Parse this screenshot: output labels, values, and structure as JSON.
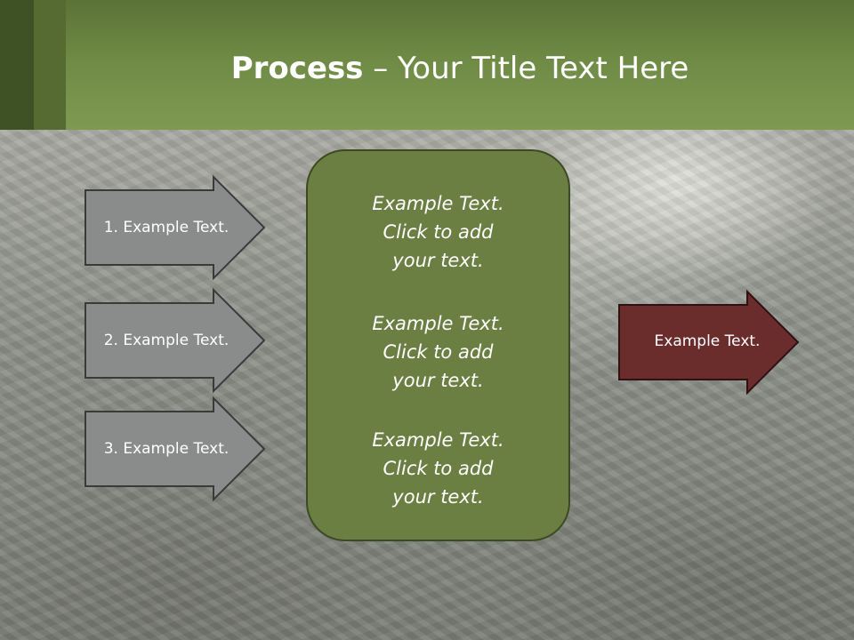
{
  "title": {
    "bold": "Process",
    "rest": " – Your Title Text Here"
  },
  "inputs": [
    {
      "label": "1. Example Text."
    },
    {
      "label": "2. Example Text."
    },
    {
      "label": "3. Example Text."
    }
  ],
  "center": {
    "paragraphs": [
      {
        "line1": "Example Text.",
        "line2": "Click  to add",
        "line3": "your text."
      },
      {
        "line1": "Example Text.",
        "line2": "Click  to add",
        "line3": "your text."
      },
      {
        "line1": "Example Text.",
        "line2": "Click  to add",
        "line3": "your text."
      }
    ]
  },
  "output": {
    "label": "Example Text."
  },
  "colors": {
    "header": "#6f8a45",
    "input_arrow_fill": "#8a8b8b",
    "center_fill": "#6b7f43",
    "output_arrow_fill": "#6b2c2c"
  }
}
